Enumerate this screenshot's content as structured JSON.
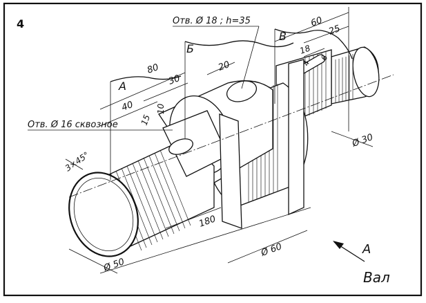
{
  "drawing": {
    "number": "4",
    "title": "Вал",
    "view_arrow_label": "А",
    "section_labels": [
      "А",
      "Б",
      "В"
    ],
    "notes": {
      "hole_through": "Отв. Ø 16 сквозное",
      "hole_blind": "Отв. Ø 18 ; h=35"
    },
    "dimensions": {
      "d80": "80",
      "d40": "40",
      "d30": "30",
      "d20": "20",
      "d15": "15",
      "d10": "10",
      "d60": "60",
      "d25": "25",
      "d18": "18",
      "d4": "4",
      "d6": "6",
      "d180": "180",
      "dia50": "Ø 50",
      "dia60": "Ø 60",
      "dia30": "Ø 30",
      "chamfer": "3×45°"
    }
  }
}
